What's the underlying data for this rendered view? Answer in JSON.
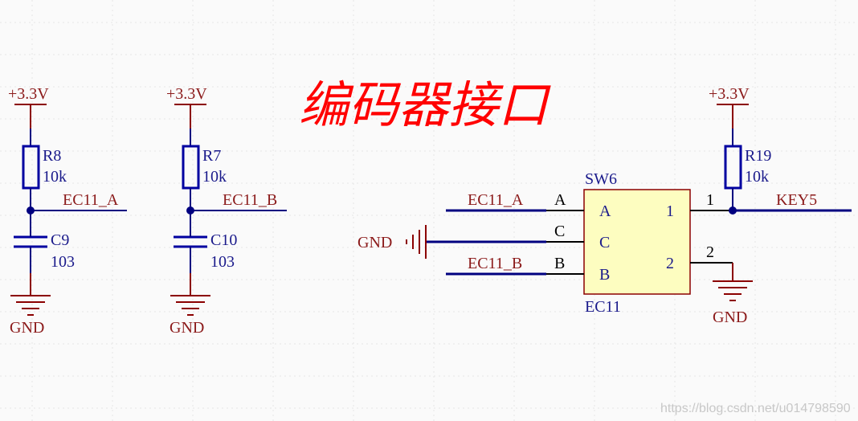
{
  "title": "编码器接口",
  "watermark": "https://blog.csdn.net/u014798590",
  "colors": {
    "wire": "#000080",
    "power": "#8b0000",
    "component": "#0000a0",
    "body": "#fdfdc0",
    "title": "#ff0000"
  },
  "left_circuits": [
    {
      "vcc": "+3.3V",
      "res_ref": "R8",
      "res_val": "10k",
      "net": "EC11_A",
      "cap_ref": "C9",
      "cap_val": "103",
      "gnd": "GND"
    },
    {
      "vcc": "+3.3V",
      "res_ref": "R7",
      "res_val": "10k",
      "net": "EC11_B",
      "cap_ref": "C10",
      "cap_val": "103",
      "gnd": "GND"
    }
  ],
  "switch": {
    "ref": "SW6",
    "part": "EC11",
    "pins_left": [
      {
        "net": "EC11_A",
        "num": "A",
        "name": "A"
      },
      {
        "net": "GND",
        "num": "C",
        "name": "C"
      },
      {
        "net": "EC11_B",
        "num": "B",
        "name": "B"
      }
    ],
    "pins_right": [
      {
        "num": "1",
        "name": "1"
      },
      {
        "num": "2",
        "name": "2"
      }
    ]
  },
  "right_circuit": {
    "vcc": "+3.3V",
    "res_ref": "R19",
    "res_val": "10k",
    "net": "KEY5",
    "gnd": "GND"
  }
}
